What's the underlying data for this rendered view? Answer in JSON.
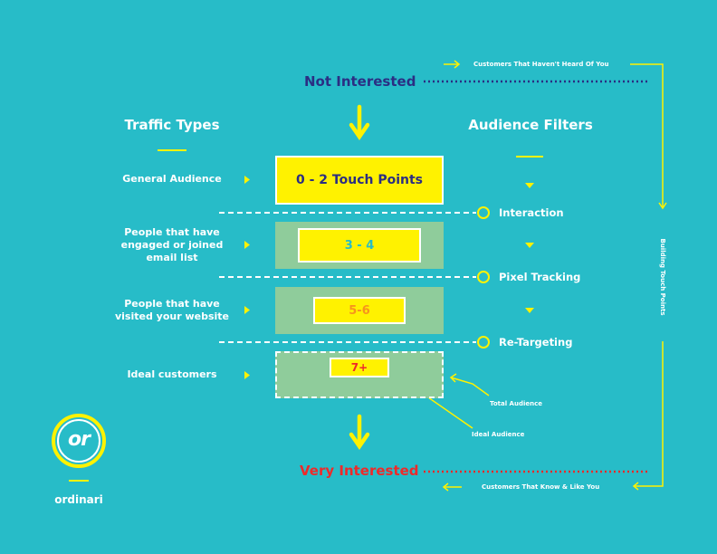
{
  "top": {
    "not_interested": "Not Interested",
    "customers_not_heard": "Customers That Haven't Heard Of You"
  },
  "bottom": {
    "very_interested": "Very Interested",
    "customers_know_like": "Customers That Know & Like You"
  },
  "headings": {
    "traffic_types": "Traffic Types",
    "audience_filters": "Audience Filters"
  },
  "traffic_types": [
    "General Audience",
    "People that have engaged or joined email list",
    "People that have visited your website",
    "Ideal customers"
  ],
  "touch_points": [
    "0 - 2 Touch Points",
    "3 - 4",
    "5-6",
    "7+"
  ],
  "filters": [
    "Interaction",
    "Pixel Tracking",
    "Re-Targeting"
  ],
  "annotations": {
    "building": "Building Touch Points",
    "total_audience": "Total Audience",
    "ideal_audience": "Ideal Audience"
  },
  "brand": {
    "name": "ordinari",
    "logo_text": "or"
  },
  "colors": {
    "background": "#27bcc8",
    "accent_yellow": "#fff200",
    "navy": "#2b2e83",
    "red": "#ee2a2a",
    "green_box": "#8fcc9b",
    "orange_text": "#f7941d",
    "cyan_text": "#27bcc8"
  }
}
